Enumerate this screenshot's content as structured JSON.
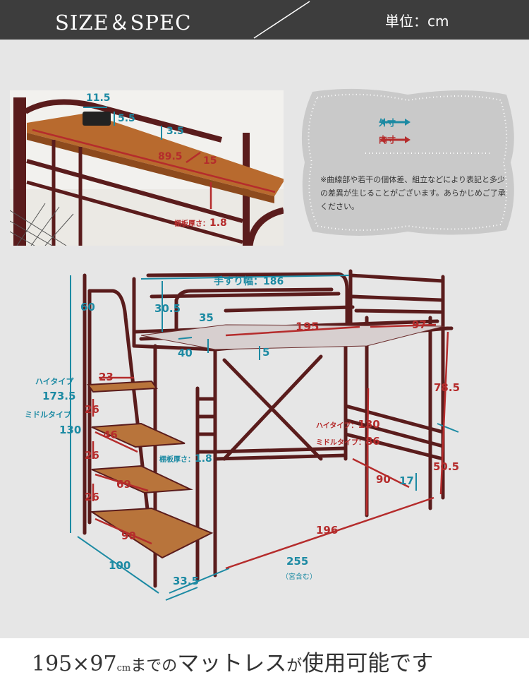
{
  "header": {
    "title": "SIZE＆SPEC",
    "unit": "単位：cm"
  },
  "legend": {
    "outer": "外寸",
    "inner": "内寸",
    "outer_color": "#1c8aa3",
    "inner_color": "#b52c2c"
  },
  "note": "※曲線部や若干の個体差、組立などにより表記と多少の差異が生じることがございます。あらかじめご了承ください。",
  "shelf_photo": {
    "d1": "11.5",
    "d2": "5.5",
    "d3": "3.5",
    "d4": "89.5",
    "d5": "15",
    "board_label": "棚板厚さ：",
    "board_value": "1.8"
  },
  "diagram": {
    "handrail": "手すり幅：186",
    "d60": "60",
    "d30_5": "30.5",
    "d35": "35",
    "d195": "195",
    "d97": "97",
    "d40": "40",
    "d5": "5",
    "d23": "23",
    "high_type": "ハイタイプ",
    "d173_5": "173.5",
    "middle_type": "ミドルタイプ",
    "d130": "130",
    "d26a": "26",
    "d46": "46",
    "d26b": "26",
    "d69": "69",
    "d26c": "26",
    "d90a": "90",
    "board_label": "棚板厚さ：",
    "board_value": "1.8",
    "d78_5": "78.5",
    "high_label": "ハイタイプ：",
    "high_value": "130",
    "mid_label": "ミドルタイプ：",
    "mid_value": "86",
    "d90b": "90",
    "d17": "17",
    "d50_5": "50.5",
    "d196": "196",
    "d255": "255",
    "d255_note": "（宮含む）",
    "d100": "100",
    "d33_5": "33.5"
  },
  "footer": {
    "size": "195×97",
    "unit": "cm",
    "made": "までの",
    "mattress": "マットレス",
    "ga": "が",
    "usable": "使用可能です"
  }
}
